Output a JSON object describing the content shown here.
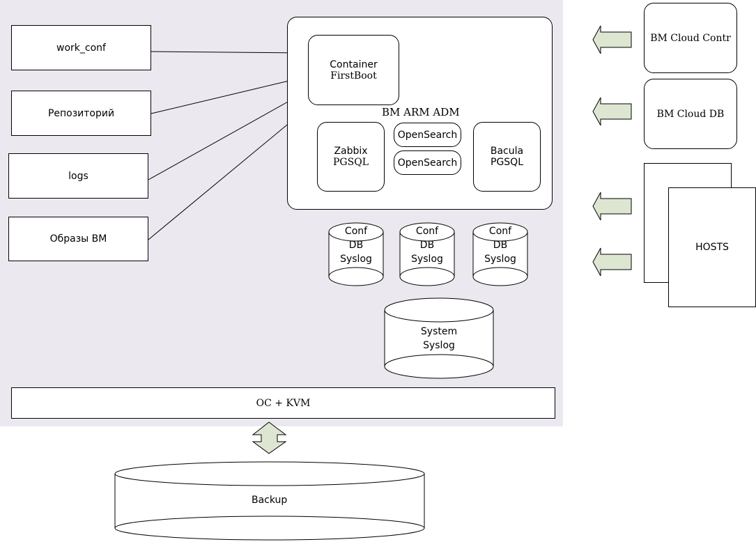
{
  "inputs": [
    "work_conf",
    "Репозиторий",
    "logs",
    "Образы ВМ"
  ],
  "container": {
    "line1": "Container",
    "line2": "FirstBoot"
  },
  "arm_title": "BM ARM ADM",
  "zabbix": {
    "line1": "Zabbix",
    "line2": "PGSQL"
  },
  "opensearch": [
    "OpenSearch",
    "OpenSearch"
  ],
  "bacula": {
    "line1": "Bacula",
    "line2": "PGSQL"
  },
  "small_cylinders": [
    {
      "line1": "Conf",
      "line2": "DB",
      "line3": "Syslog"
    },
    {
      "line1": "Conf",
      "line2": "DB",
      "line3": "Syslog"
    },
    {
      "line1": "Conf",
      "line2": "DB",
      "line3": "Syslog"
    }
  ],
  "system_syslog": {
    "line1": "System",
    "line2": "Syslog"
  },
  "os_kvm": "ОС + KVM",
  "backup": "Backup",
  "cloud_contr": "BM Cloud Contr",
  "cloud_db": "BM Cloud DB",
  "hosts": "HOSTS",
  "colors": {
    "panel_bg": "#ebe8f0",
    "arrow_fill": "#dde6d0",
    "stroke": "#000000"
  }
}
